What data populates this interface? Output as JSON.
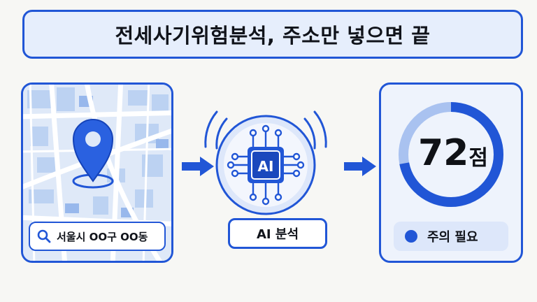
{
  "title": "전세사기위험분석, 주소만 넣으면 끝",
  "search": {
    "value": "서울시 OO구 OO동",
    "icon": "search-icon"
  },
  "ai": {
    "label": "AI 분석",
    "chip_text": "AI"
  },
  "score": {
    "value": "72",
    "unit": "점",
    "fraction": 0.72
  },
  "status": {
    "label": "주의 필요"
  },
  "colors": {
    "accent": "#2156d6",
    "accent_light": "#a9c2f0",
    "panel_bg": "#eef3fc"
  }
}
